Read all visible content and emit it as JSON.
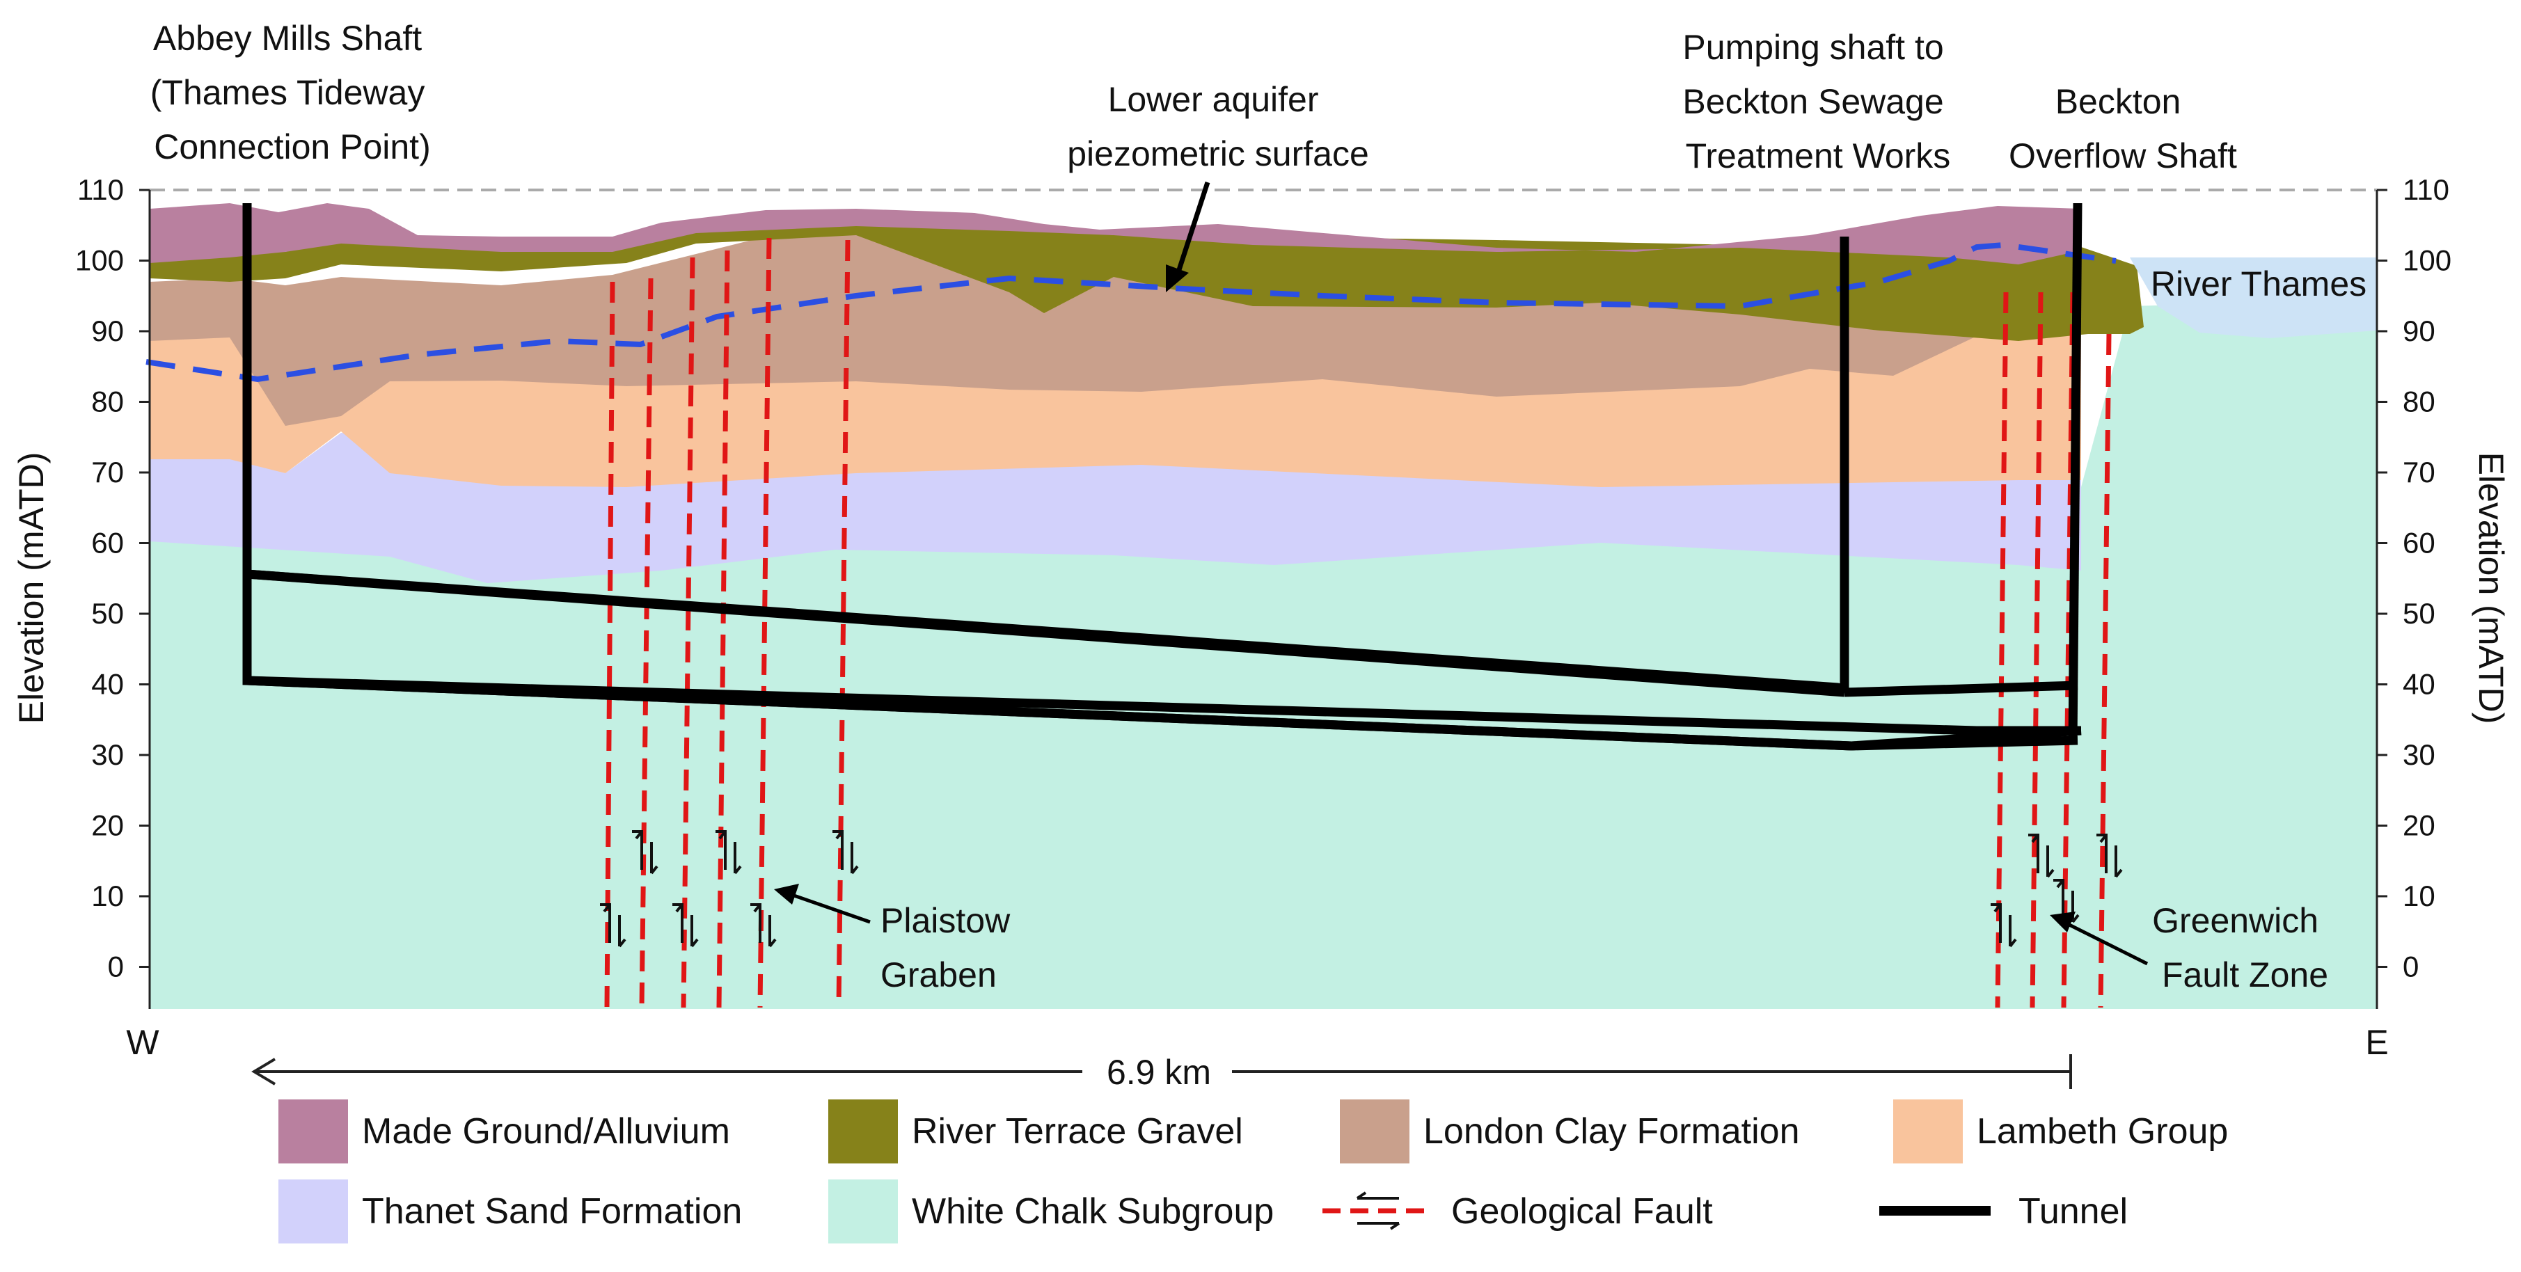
{
  "colors": {
    "made_ground": "#b9809f",
    "terrace_gravel": "#86821a",
    "london_clay": "#c9a08c",
    "lambeth": "#f9c49d",
    "thanet": "#d2d1fb",
    "chalk": "#c3f0e3",
    "river": "#cde3f6",
    "fault": "#e01616",
    "piezometric": "#2b4fe3",
    "tunnel": "#000000"
  },
  "labels": {
    "abbey": [
      "Abbey Mills Shaft",
      "(Thames Tideway",
      "Connection Point)"
    ],
    "aquifer": [
      "Lower aquifer",
      "piezometric surface"
    ],
    "pumping": [
      "Pumping shaft to",
      "Beckton Sewage",
      "Treatment Works"
    ],
    "beckton": [
      "Beckton",
      "Overflow Shaft"
    ],
    "river": "River Thames",
    "plaistow": [
      "Plaistow",
      "Graben"
    ],
    "greenwich": [
      "Greenwich",
      "Fault Zone"
    ],
    "west": "W",
    "east": "E",
    "scale": "6.9 km",
    "y_axis_left": "Elevation (mATD)",
    "y_axis_right": "Elevation (mATD)"
  },
  "axis": {
    "ticks": [
      "110",
      "100",
      "90",
      "80",
      "70",
      "60",
      "50",
      "40",
      "30",
      "20",
      "10",
      "0"
    ]
  },
  "legend": [
    {
      "key": "made_ground",
      "label": "Made Ground/Alluvium",
      "icon": "swatch"
    },
    {
      "key": "terrace_gravel",
      "label": "River Terrace Gravel",
      "icon": "swatch"
    },
    {
      "key": "london_clay",
      "label": "London Clay Formation",
      "icon": "swatch"
    },
    {
      "key": "lambeth",
      "label": "Lambeth Group",
      "icon": "swatch"
    },
    {
      "key": "thanet",
      "label": "Thanet Sand Formation",
      "icon": "swatch"
    },
    {
      "key": "chalk",
      "label": "White Chalk Subgroup",
      "icon": "swatch"
    },
    {
      "key": "fault",
      "label": "Geological Fault",
      "icon": "fault-line-icon"
    },
    {
      "key": "tunnel",
      "label": "Tunnel",
      "icon": "tunnel-line-icon"
    }
  ]
}
